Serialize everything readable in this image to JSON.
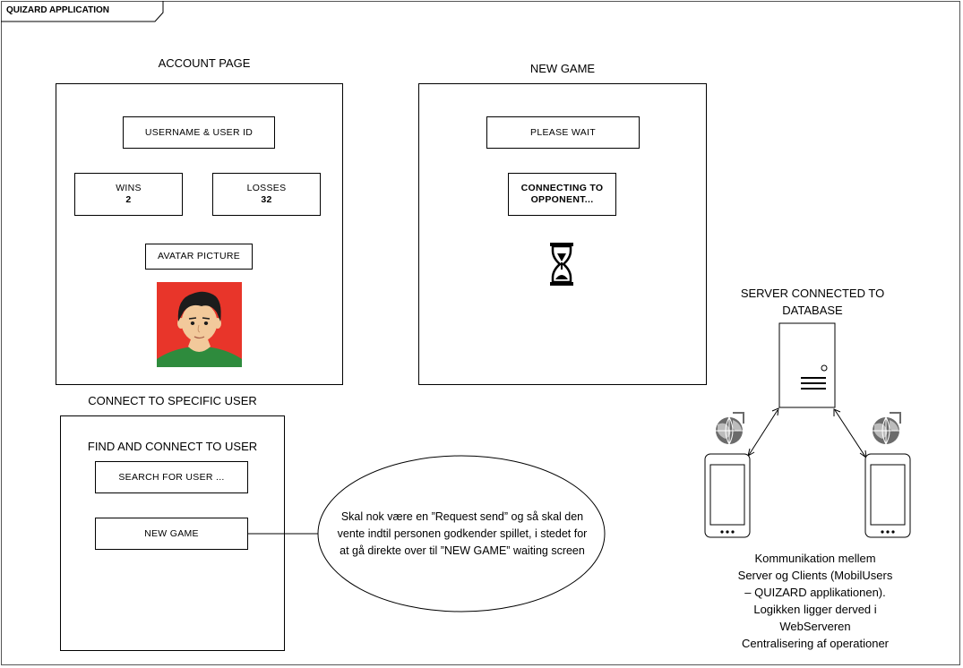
{
  "app": {
    "title": "QUIZARD APPLICATION"
  },
  "account_page": {
    "heading": "ACCOUNT PAGE",
    "username_label": "USERNAME & USER ID",
    "wins_label": "WINS",
    "wins_value": "2",
    "losses_label": "LOSSES",
    "losses_value": "32",
    "avatar_label": "AVATAR PICTURE",
    "avatar_icon": "user-avatar-icon"
  },
  "new_game": {
    "heading": "NEW GAME",
    "wait_label": "PLEASE WAIT",
    "connecting_line1": "CONNECTING TO",
    "connecting_line2": "OPPONENT...",
    "hourglass_icon": "hourglass-icon"
  },
  "connect_user": {
    "heading": "CONNECT TO SPECIFIC USER",
    "subheading": "FIND AND CONNECT TO USER",
    "search_label": "SEARCH FOR USER ...",
    "new_game_label": "NEW GAME"
  },
  "note": {
    "line1": "Skal nok være en ”Request send” og så skal den",
    "line2": "vente indtil personen godkender spillet, i stedet for",
    "line3": "at gå direkte over til ”NEW GAME” waiting screen"
  },
  "server": {
    "heading_line1": "SERVER CONNECTED TO",
    "heading_line2": "DATABASE",
    "server_icon": "server-icon",
    "globe_icon": "globe-icon",
    "phone_icon": "smartphone-icon"
  },
  "caption": {
    "line1": "Kommunikation mellem",
    "line2": "Server og Clients (MobilUsers",
    "line3": "– QUIZARD applikationen).",
    "line4": "Logikken ligger derved i",
    "line5": "WebServeren",
    "line6": "Centralisering af operationer"
  },
  "colors": {
    "avatar_background": "#e8352a",
    "avatar_shirt": "#2e8b3d",
    "avatar_skin": "#f2c99b",
    "avatar_hair": "#1c1c1c",
    "globe": "#6b6b6b"
  }
}
